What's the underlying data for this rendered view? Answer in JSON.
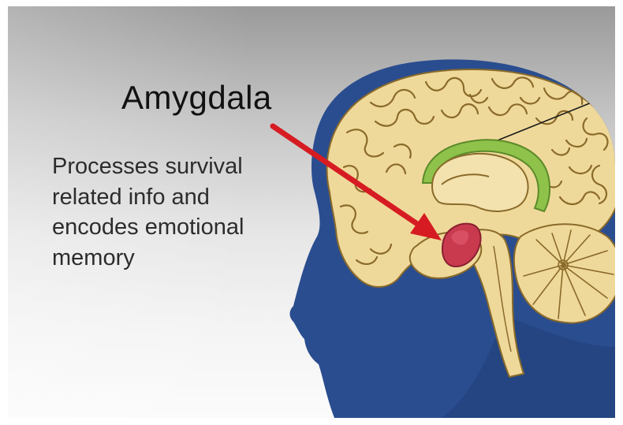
{
  "title": "Amygdala",
  "description_lines": [
    "Processes survival",
    "related info and",
    "encodes emotional",
    "memory"
  ],
  "colors": {
    "head_silhouette": "#2a4d8f",
    "brain_tissue": "#efd99a",
    "cortex_outline": "#8a6a2a",
    "cingulate_structure": "#8ec24a",
    "amygdala": "#c93a4f",
    "arrow": "#d61c22",
    "text": "#111111"
  },
  "icons": [
    "head-silhouette-icon",
    "brain-icon",
    "arrow-icon"
  ]
}
